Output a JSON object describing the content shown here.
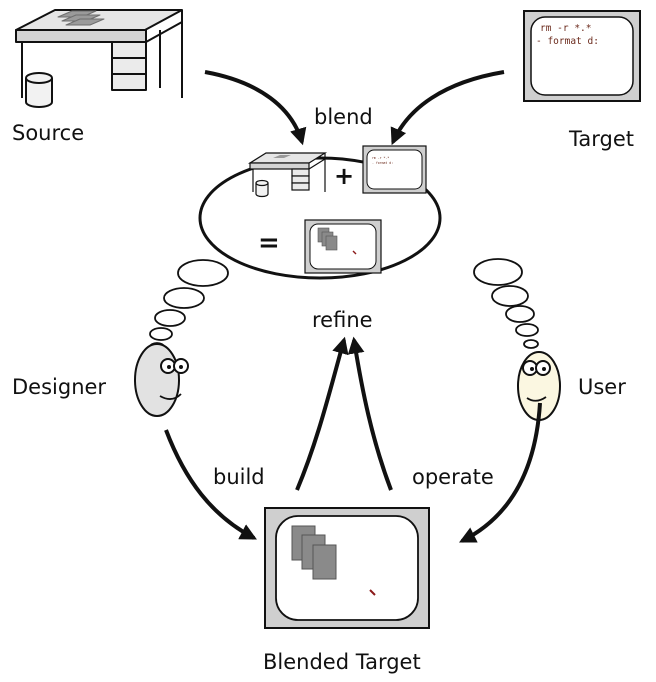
{
  "labels": {
    "source": "Source",
    "target": "Target",
    "blend": "blend",
    "refine": "refine",
    "designer": "Designer",
    "user": "User",
    "build": "build",
    "operate": "operate",
    "blended_target": "Blended Target"
  },
  "equation": {
    "plus": "+",
    "equals": "="
  },
  "terminal": {
    "lines": [
      "rm -r *.*",
      "- format d:"
    ],
    "mini_lines": [
      "rm -r *.*",
      "- format d:"
    ]
  },
  "colors": {
    "stroke": "#111111",
    "screen_frame": "#c8c8c8",
    "document": "#8a8a8a",
    "designer_face": "#e2e2e2",
    "user_face": "#fbf7e1",
    "command_text": "#6b2a1c",
    "cursor": "#8b1a1a"
  }
}
